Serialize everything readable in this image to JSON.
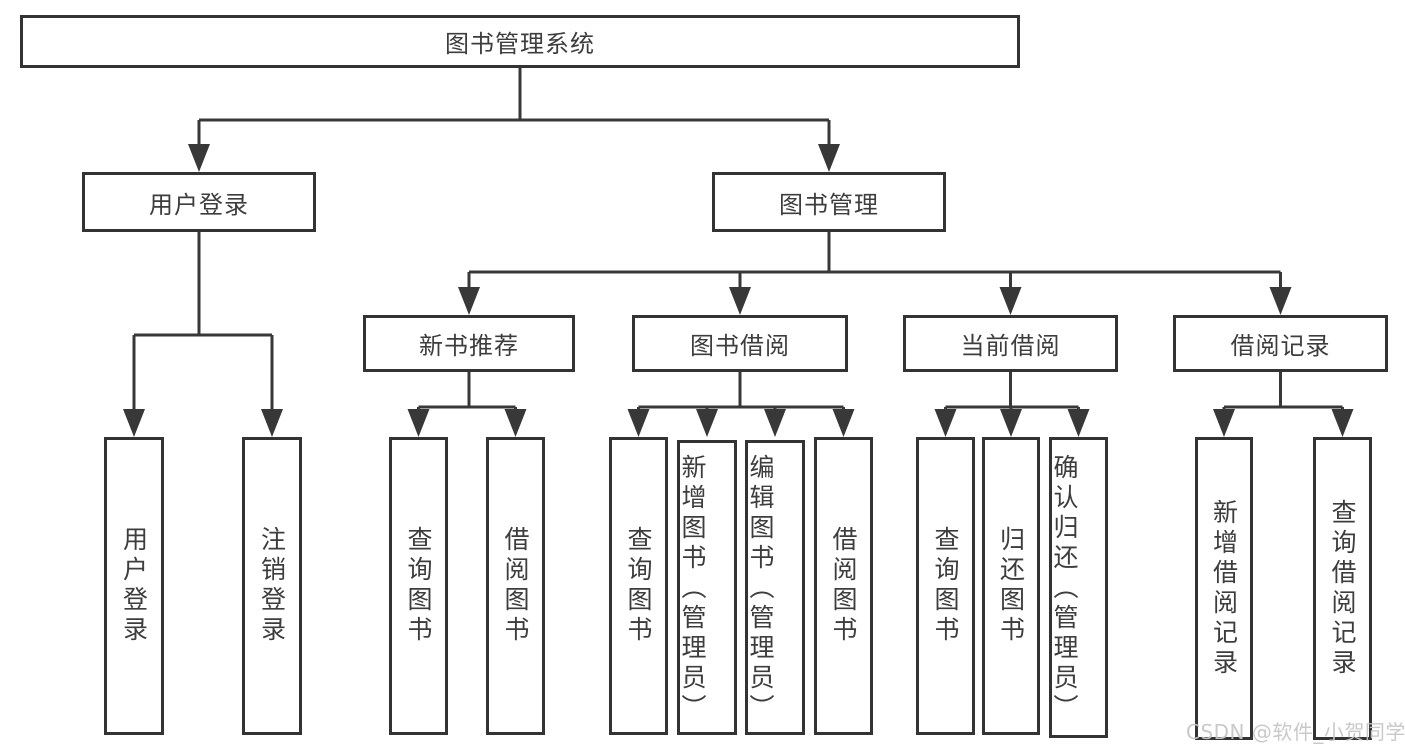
{
  "title": "图书管理系统",
  "colors": {
    "line": "#383838",
    "box_border": "#333333",
    "text": "#3d3d3d",
    "background": "#ffffff",
    "watermark": "#c6c6c6"
  },
  "watermark": "CSDN @软件_小贺同学",
  "nodes": {
    "root": "图书管理系统",
    "l2": [
      "用户登录",
      "图书管理"
    ],
    "l3": [
      "新书推荐",
      "图书借阅",
      "当前借阅",
      "借阅记录"
    ],
    "leaves": [
      "用户登录",
      "注销登录",
      "查询图书",
      "借阅图书",
      "查询图书",
      "新增图书（管理员）",
      "编辑图书（管理员）",
      "借阅图书",
      "查询图书",
      "归还图书",
      "确认归还（管理员）",
      "新增借阅记录",
      "查询借阅记录"
    ]
  },
  "hierarchy": {
    "图书管理系统": {
      "用户登录": [
        "用户登录",
        "注销登录"
      ],
      "图书管理": {
        "新书推荐": [
          "查询图书",
          "借阅图书"
        ],
        "图书借阅": [
          "查询图书",
          "新增图书（管理员）",
          "编辑图书（管理员）",
          "借阅图书"
        ],
        "当前借阅": [
          "查询图书",
          "归还图书",
          "确认归还（管理员）"
        ],
        "借阅记录": [
          "新增借阅记录",
          "查询借阅记录"
        ]
      }
    }
  }
}
